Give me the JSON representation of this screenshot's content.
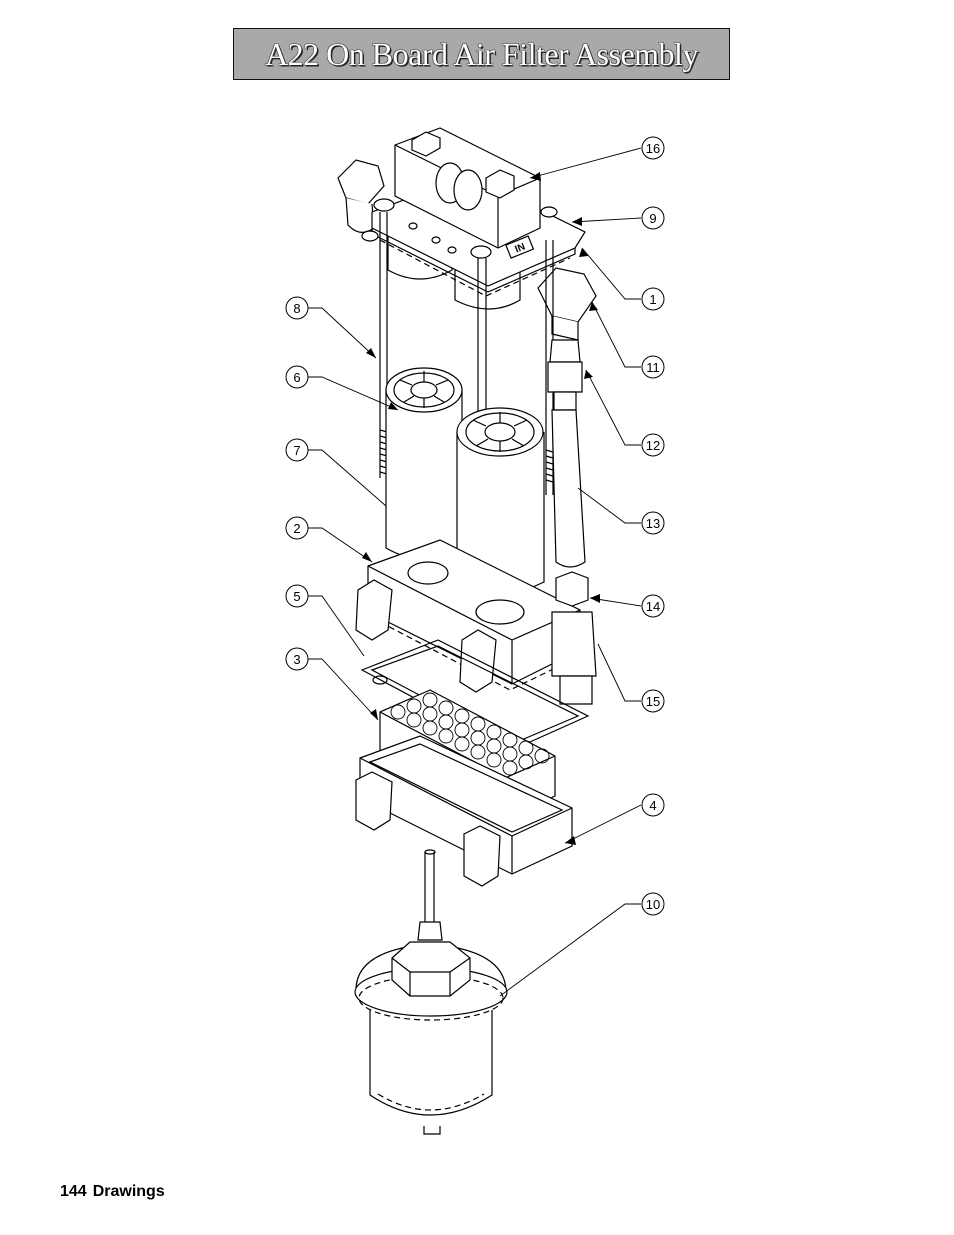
{
  "header": {
    "title": "A22 On Board Air Filter Assembly"
  },
  "callouts": [
    {
      "id": "16",
      "label": "16"
    },
    {
      "id": "9",
      "label": "9"
    },
    {
      "id": "1",
      "label": "1"
    },
    {
      "id": "11",
      "label": "11"
    },
    {
      "id": "12",
      "label": "12"
    },
    {
      "id": "13",
      "label": "13"
    },
    {
      "id": "14",
      "label": "14"
    },
    {
      "id": "15",
      "label": "15"
    },
    {
      "id": "4",
      "label": "4"
    },
    {
      "id": "10",
      "label": "10"
    },
    {
      "id": "8",
      "label": "8"
    },
    {
      "id": "6",
      "label": "6"
    },
    {
      "id": "7",
      "label": "7"
    },
    {
      "id": "2",
      "label": "2"
    },
    {
      "id": "5",
      "label": "5"
    },
    {
      "id": "3",
      "label": "3"
    }
  ],
  "parts": {
    "inlet_marking": "IN"
  },
  "footer": {
    "page_number": "144",
    "section": "Drawings"
  }
}
